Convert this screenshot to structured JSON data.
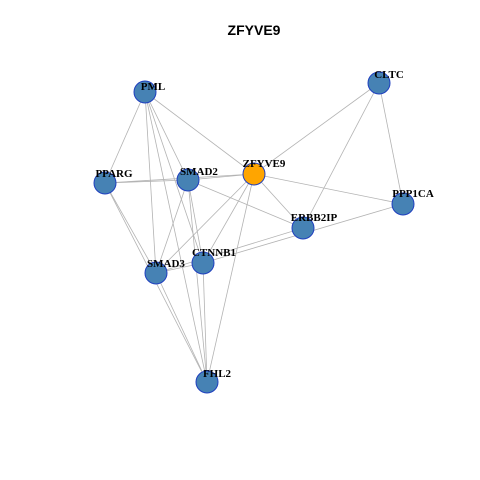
{
  "title": "ZFYVE9",
  "colors": {
    "node_default": "#4682b4",
    "node_focus": "#ffa500",
    "node_border": "#1f3fbf",
    "edge": "#b3b3b3"
  },
  "nodes": [
    {
      "id": "PML",
      "label": "PML",
      "focus": false
    },
    {
      "id": "CLTC",
      "label": "CLTC",
      "focus": false
    },
    {
      "id": "ZFYVE9",
      "label": "ZFYVE9",
      "focus": true
    },
    {
      "id": "PPARG",
      "label": "PPARG",
      "focus": false
    },
    {
      "id": "SMAD2",
      "label": "SMAD2",
      "focus": false
    },
    {
      "id": "PPP1CA",
      "label": "PPP1CA",
      "focus": false
    },
    {
      "id": "ERBB2IP",
      "label": "ERBB2IP",
      "focus": false
    },
    {
      "id": "CTNNB1",
      "label": "CTNNB1",
      "focus": false
    },
    {
      "id": "SMAD3",
      "label": "SMAD3",
      "focus": false
    },
    {
      "id": "FHL2",
      "label": "FHL2",
      "focus": false
    }
  ],
  "edges": [
    [
      "PML",
      "ZFYVE9"
    ],
    [
      "PML",
      "PPARG"
    ],
    [
      "PML",
      "SMAD2"
    ],
    [
      "PML",
      "SMAD3"
    ],
    [
      "PML",
      "CTNNB1"
    ],
    [
      "PML",
      "FHL2"
    ],
    [
      "CLTC",
      "ZFYVE9"
    ],
    [
      "CLTC",
      "ERBB2IP"
    ],
    [
      "CLTC",
      "PPP1CA"
    ],
    [
      "ZFYVE9",
      "PPARG"
    ],
    [
      "ZFYVE9",
      "SMAD2"
    ],
    [
      "ZFYVE9",
      "SMAD3"
    ],
    [
      "ZFYVE9",
      "CTNNB1"
    ],
    [
      "ZFYVE9",
      "ERBB2IP"
    ],
    [
      "ZFYVE9",
      "PPP1CA"
    ],
    [
      "ZFYVE9",
      "FHL2"
    ],
    [
      "PPARG",
      "SMAD2"
    ],
    [
      "PPARG",
      "SMAD3"
    ],
    [
      "PPARG",
      "FHL2"
    ],
    [
      "SMAD2",
      "SMAD3"
    ],
    [
      "SMAD2",
      "CTNNB1"
    ],
    [
      "SMAD2",
      "FHL2"
    ],
    [
      "SMAD2",
      "ERBB2IP"
    ],
    [
      "SMAD3",
      "CTNNB1"
    ],
    [
      "SMAD3",
      "ERBB2IP"
    ],
    [
      "SMAD3",
      "FHL2"
    ],
    [
      "CTNNB1",
      "FHL2"
    ],
    [
      "CTNNB1",
      "PPP1CA"
    ]
  ]
}
